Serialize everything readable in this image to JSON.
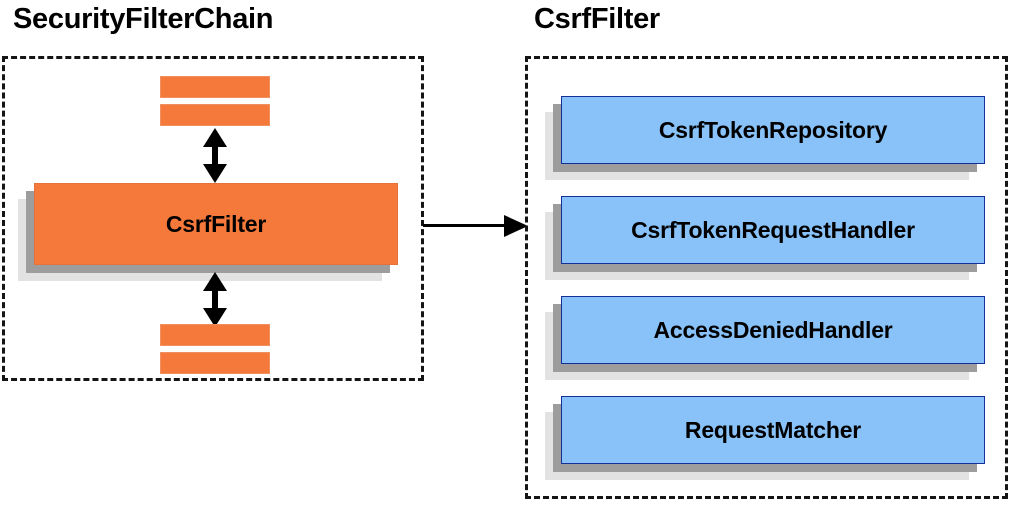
{
  "diagram": {
    "background_color": "#ffffff",
    "orange_color": "#f4793b",
    "blue_color": "#88c2f8",
    "blue_border_color": "#15309a",
    "shadow_mid_color": "#9d9d9d",
    "shadow_back_color": "#e2e2e2",
    "border_color": "#151515"
  },
  "left_panel": {
    "title": "SecurityFilterChain",
    "main_box": {
      "label": "CsrfFilter"
    },
    "top_slabs": [
      {
        "name": "filter-slab-top-1"
      },
      {
        "name": "filter-slab-top-2"
      }
    ],
    "bottom_slabs": [
      {
        "name": "filter-slab-bottom-1"
      },
      {
        "name": "filter-slab-bottom-2"
      }
    ],
    "arrow_up": {
      "name": "bidirectional-arrow-above-csrffilter"
    },
    "arrow_down": {
      "name": "bidirectional-arrow-below-csrffilter"
    }
  },
  "connector": {
    "name": "csrffilter-to-detail-arrow",
    "direction": "right"
  },
  "right_panel": {
    "title": "CsrfFilter",
    "collaborators": [
      {
        "label": "CsrfTokenRepository"
      },
      {
        "label": "CsrfTokenRequestHandler"
      },
      {
        "label": "AccessDeniedHandler"
      },
      {
        "label": "RequestMatcher"
      }
    ]
  }
}
